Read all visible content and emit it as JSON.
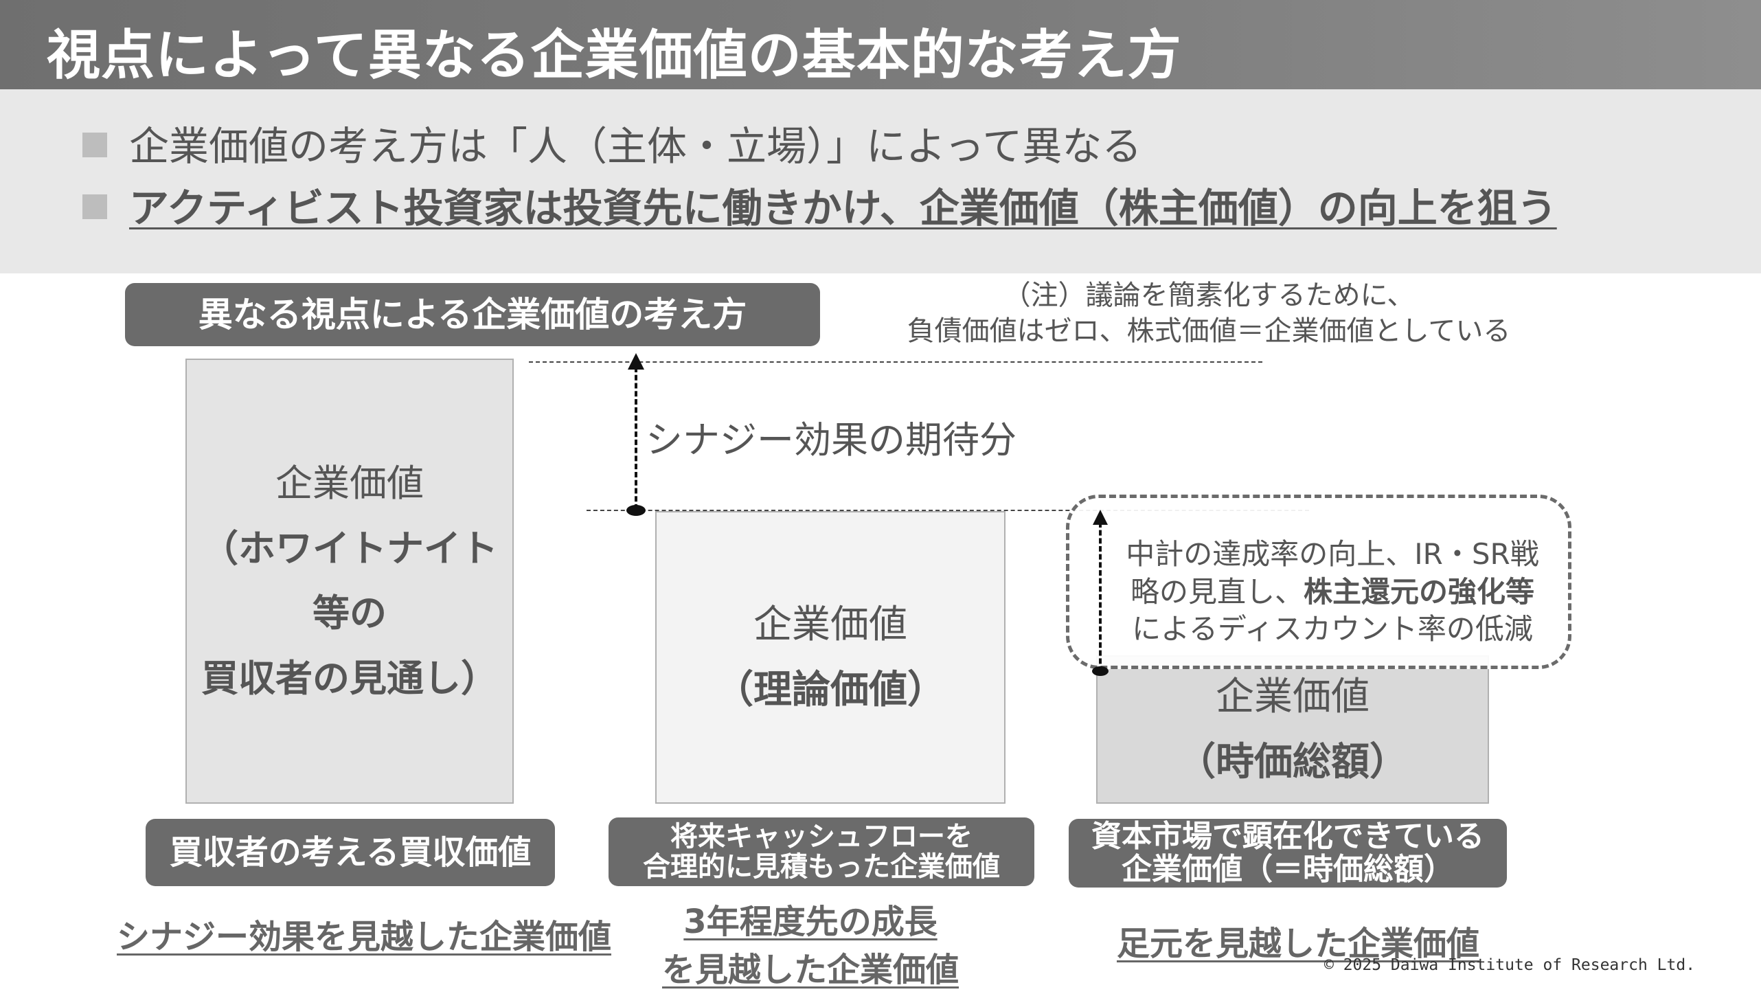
{
  "slide": {
    "title": "視点によって異なる企業価値の基本的な考え方",
    "bullets": [
      "企業価値の考え方は「人（主体・立場）」によって異なる",
      "アクティビスト投資家は投資先に働きかけ、企業価値（株主価値）の向上を狙う"
    ],
    "section_header": "異なる視点による企業価値の考え方",
    "note": {
      "line1": "（注）議論を簡素化するために、",
      "line2": "負債価値はゼロ、株式価値＝企業価値としている"
    },
    "synergy_label": "シナジー効果の期待分",
    "boxes": {
      "acquirer": {
        "line1": "企業価値",
        "line2": "（ホワイトナイト等の",
        "line3": "買収者の見通し）"
      },
      "theoretical": {
        "line1": "企業価値",
        "line2": "（理論価値）"
      },
      "market": {
        "line1": "企業価値",
        "line2": "（時価総額）"
      }
    },
    "callout": {
      "line1": "中計の達成率の向上、IR・SR戦",
      "line2_plain": "略の見直し、",
      "line2_bold": "株主還元の強化等",
      "line3": "によるディスカウント率の低減"
    },
    "labels": {
      "acquirer": "買収者の考える買収価値",
      "theoretical_line1": "将来キャッシュフローを",
      "theoretical_line2": "合理的に見積もった企業価値",
      "market_line1": "資本市場で顕在化できている",
      "market_line2": "企業価値（＝時価総額）"
    },
    "footnotes": {
      "acquirer": "シナジー効果を見越した企業価値",
      "theoretical_line1": "3年程度先の成長",
      "theoretical_line2": "を見越した企業価値",
      "market": "足元を見越した企業価値"
    },
    "copyright": "© 2025 Daiwa Institute of Research Ltd."
  }
}
